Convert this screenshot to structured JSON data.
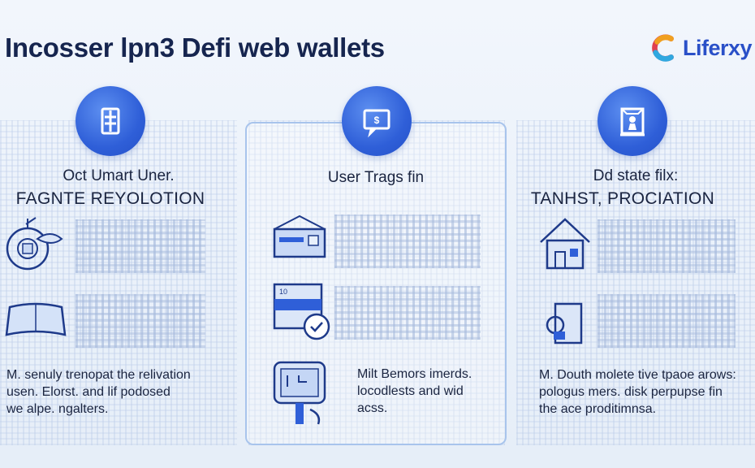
{
  "header": {
    "title": "Incosser lpn3 Defi web wallets",
    "brand_name": "Liferxy",
    "brand_colors": [
      "#e04050",
      "#f0a020",
      "#30a8e0",
      "#2a50c8"
    ]
  },
  "columns": [
    {
      "icon": "calculator-icon",
      "heading": "Oct Umart Uner.",
      "subheading": "FAGNTE REYOLOTION",
      "features": [
        "gear-leaf-icon",
        "open-book-icon"
      ],
      "description": [
        "M. senuly trenopat the relivation",
        "usen. Elorst. and lif podosed",
        "we alpe. ngalters."
      ]
    },
    {
      "icon": "chat-dollar-icon",
      "heading": "User Trags fin",
      "subheading": "",
      "features": [
        "envelope-card-icon",
        "window-check-icon",
        "circuit-board-icon"
      ],
      "description": [
        "Milt Bemors imerds.",
        "locodlests and wid",
        "acss."
      ]
    },
    {
      "icon": "framed-figure-icon",
      "heading": "Dd state filx:",
      "subheading": "TANHST, PROCIATION",
      "features": [
        "house-icon",
        "document-tools-icon"
      ],
      "description": [
        "M. Douth molete tive tpaoe arows:",
        "pologus mers. disk perpupse fin",
        "the ace proditimnsa."
      ]
    }
  ],
  "colors": {
    "accent": "#2f5fd8",
    "text": "#1a2440",
    "card_border": "#a8c4ec"
  }
}
